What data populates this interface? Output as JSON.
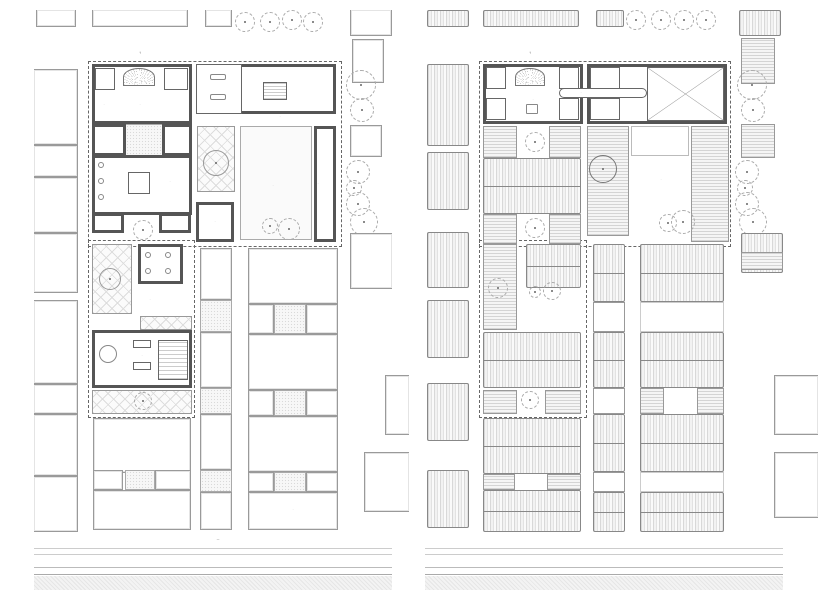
{
  "drawing": {
    "type": "architectural-plans",
    "sheets": [
      {
        "id": "ground-floor-plan",
        "description": "Ground floor plan with rooms, courtyards and surrounding blocks"
      },
      {
        "id": "roof-upper-floor-plan",
        "description": "Upper floor / roof plan with corrugated roofs and bedrooms"
      }
    ],
    "colors": {
      "wall": "#555555",
      "outline": "#9a9a9a",
      "dash": "#666666",
      "roof_fill": "#e8e8e8",
      "background": "#ffffff"
    }
  },
  "left_plan": {
    "labels": {
      "north_marker": "↑",
      "street_label": "—",
      "room_a": "·",
      "room_b": "·",
      "room_c": "·",
      "room_d": "·",
      "room_e": "·",
      "room_f": "·",
      "room_g": "·",
      "room_h": "·",
      "room_i": "·",
      "room_j": "·",
      "block_bottom": "·"
    }
  },
  "right_plan": {
    "labels": {
      "north_marker": "↑",
      "room_a": "·",
      "room_b": "·",
      "room_c": "·",
      "room_d": "·"
    }
  }
}
